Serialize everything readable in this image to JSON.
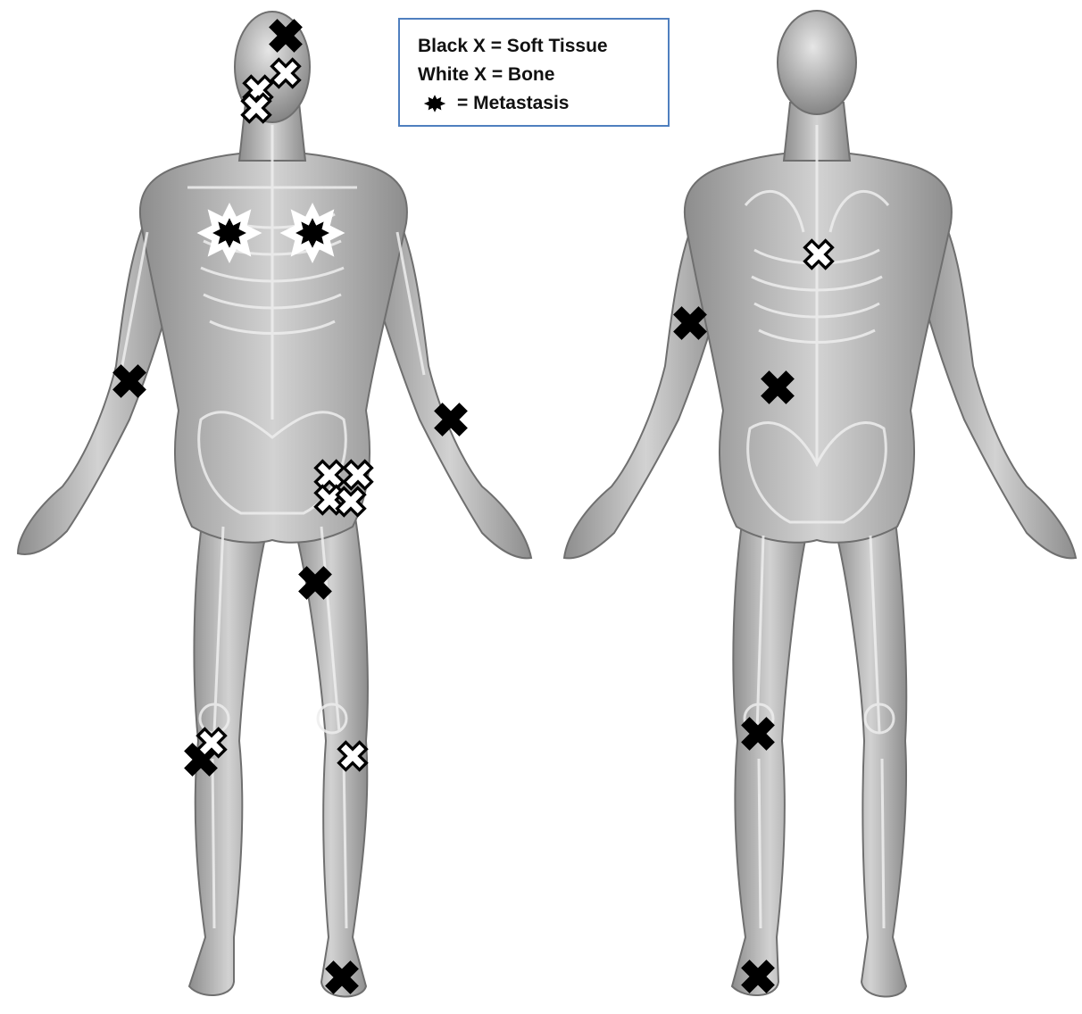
{
  "legend": {
    "soft_tissue": "Black X = Soft Tissue",
    "bone": "White X = Bone",
    "metastasis": "= Metastasis"
  },
  "marker_styles": {
    "soft_tissue": {
      "fill": "#000000",
      "stroke": "#000000"
    },
    "bone": {
      "fill": "#ffffff",
      "stroke": "#000000"
    },
    "metastasis": {
      "fill": "#000000",
      "halo": "#ffffff"
    }
  },
  "colors": {
    "body_fill": "#bdbdbd",
    "body_shade": "#8f8f8f",
    "bone_line": "#e8e8e8",
    "legend_border": "#4f7fbf"
  }
}
